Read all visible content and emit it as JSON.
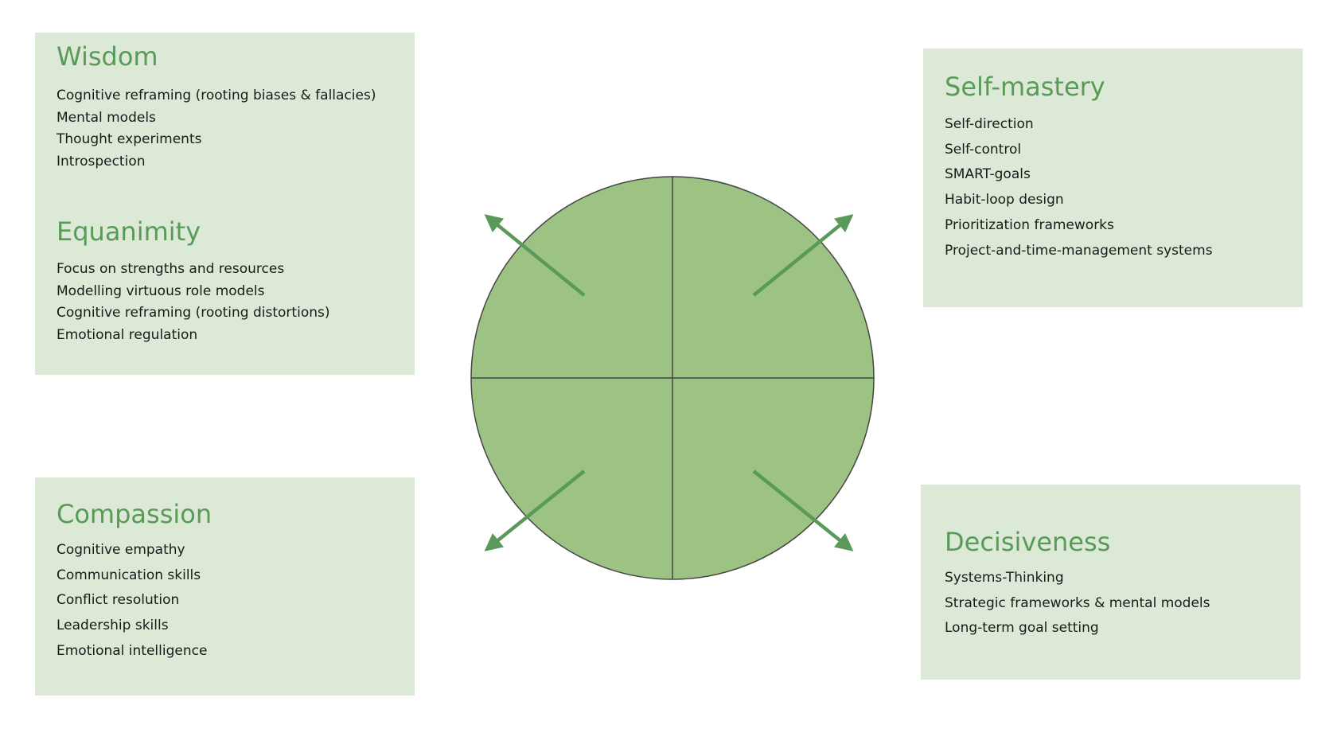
{
  "colors": {
    "panel_bg": "#dce9d6",
    "title": "#5a9a59",
    "wheel_fill": "#9dc384",
    "arrow": "#5a9a59",
    "outline": "#444444"
  },
  "panels": {
    "wisdom": {
      "title": "Wisdom",
      "items": [
        "Cognitive reframing (rooting biases & fallacies)",
        "Mental models",
        "Thought experiments",
        "Introspection"
      ]
    },
    "equanimity": {
      "title": "Equanimity",
      "items": [
        "Focus on strengths and resources",
        "Modelling virtuous role models",
        "Cognitive reframing (rooting distortions)",
        "Emotional regulation"
      ]
    },
    "self_mastery": {
      "title": "Self-mastery",
      "items": [
        "Self-direction",
        "Self-control",
        "SMART-goals",
        "Habit-loop design",
        "Prioritization frameworks",
        "Project-and-time-management systems"
      ]
    },
    "compassion": {
      "title": "Compassion",
      "items": [
        "Cognitive empathy",
        "Communication skills",
        "Conflict resolution",
        "Leadership skills",
        "Emotional intelligence"
      ]
    },
    "decisiveness": {
      "title": "Decisiveness",
      "items": [
        "Systems-Thinking",
        "Strategic frameworks & mental models",
        "Long-term goal setting"
      ]
    }
  }
}
